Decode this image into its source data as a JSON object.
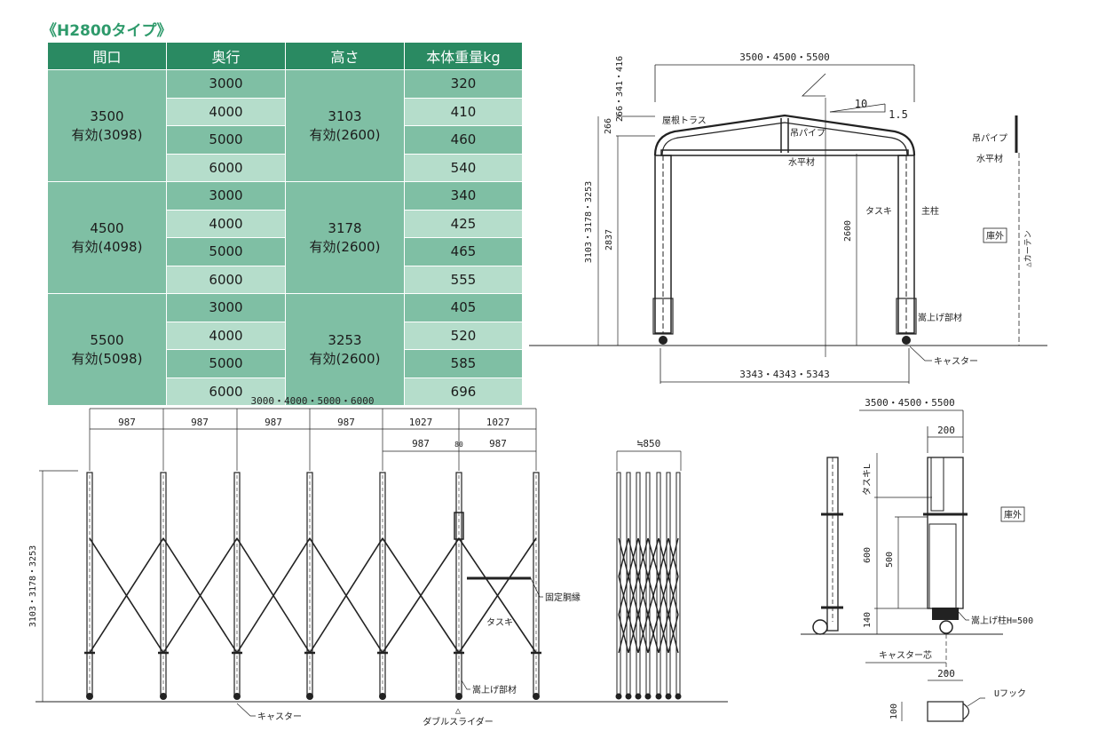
{
  "title": "《H2800タイプ》",
  "table": {
    "headers": [
      "間口",
      "奥行",
      "高さ",
      "本体重量kg"
    ],
    "groups": [
      {
        "span_line1": "3500",
        "span_line2": "有効(3098)",
        "height_line1": "3103",
        "height_line2": "有効(2600)",
        "rows": [
          {
            "depth": "3000",
            "weight": "320"
          },
          {
            "depth": "4000",
            "weight": "410"
          },
          {
            "depth": "5000",
            "weight": "460"
          },
          {
            "depth": "6000",
            "weight": "540"
          }
        ]
      },
      {
        "span_line1": "4500",
        "span_line2": "有効(4098)",
        "height_line1": "3178",
        "height_line2": "有効(2600)",
        "rows": [
          {
            "depth": "3000",
            "weight": "340"
          },
          {
            "depth": "4000",
            "weight": "425"
          },
          {
            "depth": "5000",
            "weight": "465"
          },
          {
            "depth": "6000",
            "weight": "555"
          }
        ]
      },
      {
        "span_line1": "5500",
        "span_line2": "有効(5098)",
        "height_line1": "3253",
        "height_line2": "有効(2600)",
        "rows": [
          {
            "depth": "3000",
            "weight": "405"
          },
          {
            "depth": "4000",
            "weight": "520"
          },
          {
            "depth": "5000",
            "weight": "585"
          },
          {
            "depth": "6000",
            "weight": "696"
          }
        ]
      }
    ]
  },
  "front_view": {
    "width_dim": "3500・4500・5500",
    "truss_dim": "266・341・416",
    "slope_run": "10",
    "slope_rise": "1.5",
    "total_height": "3103・3178・3253",
    "post_height": "2837",
    "clear_height": "2600",
    "inner_width": "3343・4343・5343",
    "labels": {
      "roof_truss": "屋根トラス",
      "hang_pipe": "吊パイプ",
      "horizontal": "水平材",
      "brace": "タスキ",
      "main_post": "主柱",
      "raised_member": "嵩上げ部材",
      "caster": "キャスター",
      "outside": "庫外",
      "curtain": "△カーテン"
    }
  },
  "side_view": {
    "depth_dim": "3000・4000・5000・6000",
    "module_dims": [
      "987",
      "987",
      "987",
      "987",
      "1027",
      "1027"
    ],
    "sub_dims": [
      "987",
      "80",
      "987"
    ],
    "height_dim": "3103・3178・3253",
    "folded_dim": "≒850",
    "labels": {
      "fixed_frame": "固定胴縁",
      "brace": "タスキ",
      "raised_member": "嵩上げ部材",
      "caster": "キャスター",
      "double_slider": "ダブルスライダー"
    }
  },
  "detail_view": {
    "width_dim": "3500・4500・5500",
    "w200_top": "200",
    "brace_label": "タスキL",
    "h600": "600",
    "h500": "500",
    "h140": "140",
    "outside": "庫外",
    "raised_post": "嵩上げ柱H=500",
    "caster_center": "キャスター芯",
    "w200_bottom": "200",
    "h100": "100",
    "u_hook": "Uフック"
  }
}
